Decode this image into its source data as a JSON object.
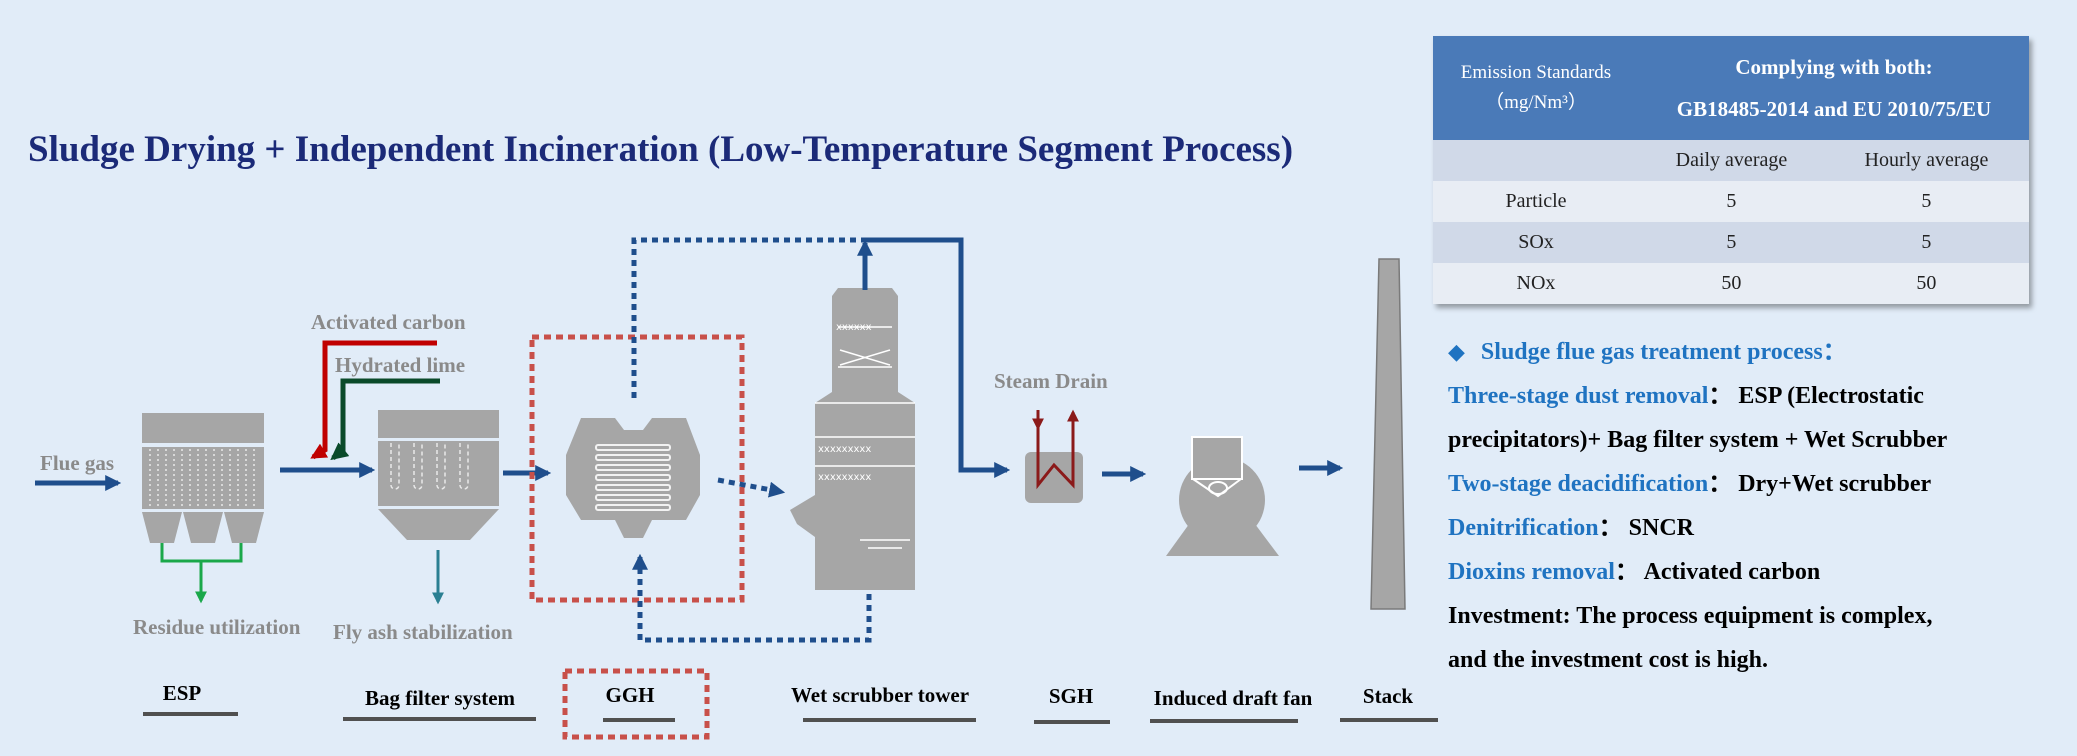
{
  "title": "Sludge Drying + Independent Incineration (Low-Temperature Segment Process)",
  "flow_labels": {
    "flue_gas": "Flue  gas",
    "activated_carbon": "Activated carbon",
    "hydrated_lime": "Hydrated lime",
    "residue": "Residue utilization",
    "fly_ash": "Fly ash stabilization",
    "steam_drain": "Steam Drain"
  },
  "equipment": {
    "esp": "ESP",
    "bag_filter": "Bag filter system",
    "ggh": "GGH",
    "wet_scrubber": "Wet scrubber tower",
    "sgh": "SGH",
    "fan": "Induced draft fan",
    "stack": "Stack"
  },
  "standards_table": {
    "header_left_line1": "Emission Standards",
    "header_left_line2": "（mg/Nm³）",
    "header_right_line1": "Complying with both:",
    "header_right_line2": "GB18485-2014 and EU 2010/75/EU",
    "col_daily": "Daily average",
    "col_hourly": "Hourly average",
    "rows": [
      {
        "name": "Particle",
        "daily": "5",
        "hourly": "5"
      },
      {
        "name": "SOx",
        "daily": "5",
        "hourly": "5"
      },
      {
        "name": "NOx",
        "daily": "50",
        "hourly": "50"
      }
    ]
  },
  "process_panel": {
    "heading": "Sludge flue gas treatment process：",
    "dust_label": "Three-stage dust removal",
    "dust_text_1": "： ESP (Electrostatic",
    "dust_text_2": "precipitators)+ Bag filter system + Wet Scrubber",
    "deacid_label": "Two-stage deacidification",
    "deacid_text": "：  Dry+Wet scrubber",
    "denit_label": "Denitrification",
    "denit_text": "：  SNCR",
    "dioxin_label": "Dioxins removal",
    "dioxin_text": "：  Activated carbon",
    "investment_1": "Investment: The process equipment is complex,",
    "investment_2": "and the investment cost is high."
  },
  "colors": {
    "flow_blue": "#1f4e8c",
    "equipment_grey": "#a6a6a6",
    "activated_carbon_red": "#c00000",
    "hydrated_lime_green": "#0a4a2a",
    "residue_green": "#1aa84a",
    "fly_ash_teal": "#2a7f92",
    "ggh_box_red": "#c8504a",
    "steam_red": "#8b1a1a"
  }
}
